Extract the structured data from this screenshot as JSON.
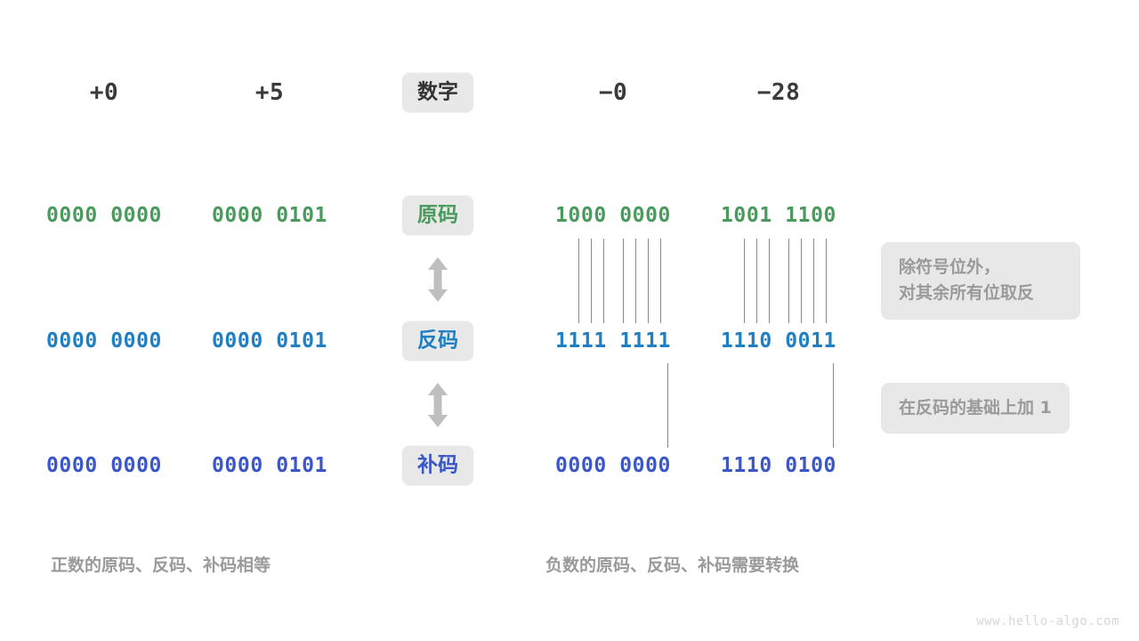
{
  "diagram": {
    "title_watermark": "www.hello-algo.com",
    "colors": {
      "sign_magnitude": "#4a9a5e",
      "ones_complement": "#1f7fc4",
      "twos_complement": "#3a56c8",
      "header_text": "#3a3a3a",
      "pill_background": "#e8e8e8",
      "note_text": "#9a9a9a",
      "connector_line": "#8a8a8a",
      "arrow": "#bfbfbf"
    },
    "header": {
      "row_label": "数字",
      "values": [
        "+0",
        "+5",
        "−0",
        "−28"
      ]
    },
    "rows": [
      {
        "label": "原码",
        "color_key": "sign_magnitude",
        "values": [
          "0000 0000",
          "0000 0101",
          "1000 0000",
          "1001 1100"
        ]
      },
      {
        "label": "反码",
        "color_key": "ones_complement",
        "values": [
          "0000 0000",
          "0000 0101",
          "1111 1111",
          "1110 0011"
        ]
      },
      {
        "label": "补码",
        "color_key": "twos_complement",
        "values": [
          "0000 0000",
          "0000 0101",
          "0000 0000",
          "1110 0100"
        ]
      }
    ],
    "notes": [
      {
        "text": "除符号位外，\n对其余所有位取反"
      },
      {
        "text": "在反码的基础上加  1"
      }
    ],
    "captions": [
      {
        "text": "正数的原码、反码、补码相等"
      },
      {
        "text": "负数的原码、反码、补码需要转换"
      }
    ],
    "arrows": [
      {
        "name": "sign-to-ones-arrow"
      },
      {
        "name": "ones-to-twos-arrow"
      }
    ]
  }
}
